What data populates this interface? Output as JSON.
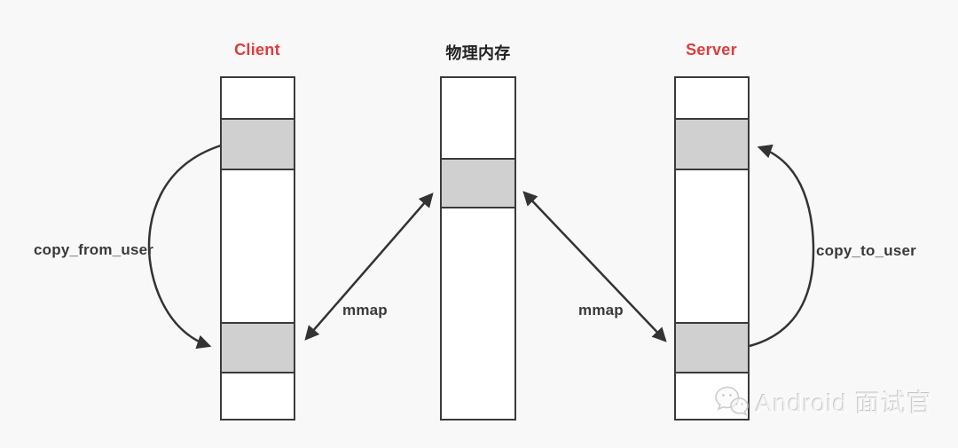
{
  "diagram": {
    "description": "mmap shared memory diagram: Client and Server map the same physical memory",
    "titles": {
      "client": "Client",
      "physical_memory": "物理内存",
      "server": "Server"
    },
    "labels": {
      "copy_from_user": "copy_from_user",
      "mmap_left": "mmap",
      "mmap_right": "mmap",
      "copy_to_user": "copy_to_user"
    },
    "columns": [
      {
        "name": "client",
        "segments": [
          "white",
          "gray",
          "white",
          "gray",
          "white"
        ]
      },
      {
        "name": "physical-memory",
        "segments": [
          "white",
          "gray",
          "white"
        ]
      },
      {
        "name": "server",
        "segments": [
          "white",
          "gray",
          "white",
          "gray",
          "white"
        ]
      }
    ],
    "watermark": {
      "icon": "wechat-icon",
      "text": "Android 面试官"
    },
    "colors": {
      "background": "#f8f8f8",
      "title_red": "#e03b3b",
      "title_dark": "#222222",
      "segment_gray": "#d0d0d0",
      "segment_white": "#ffffff",
      "border_line": "#3a3a3a",
      "arrow": "#333333",
      "watermark_gray": "#c6c6c6"
    }
  }
}
